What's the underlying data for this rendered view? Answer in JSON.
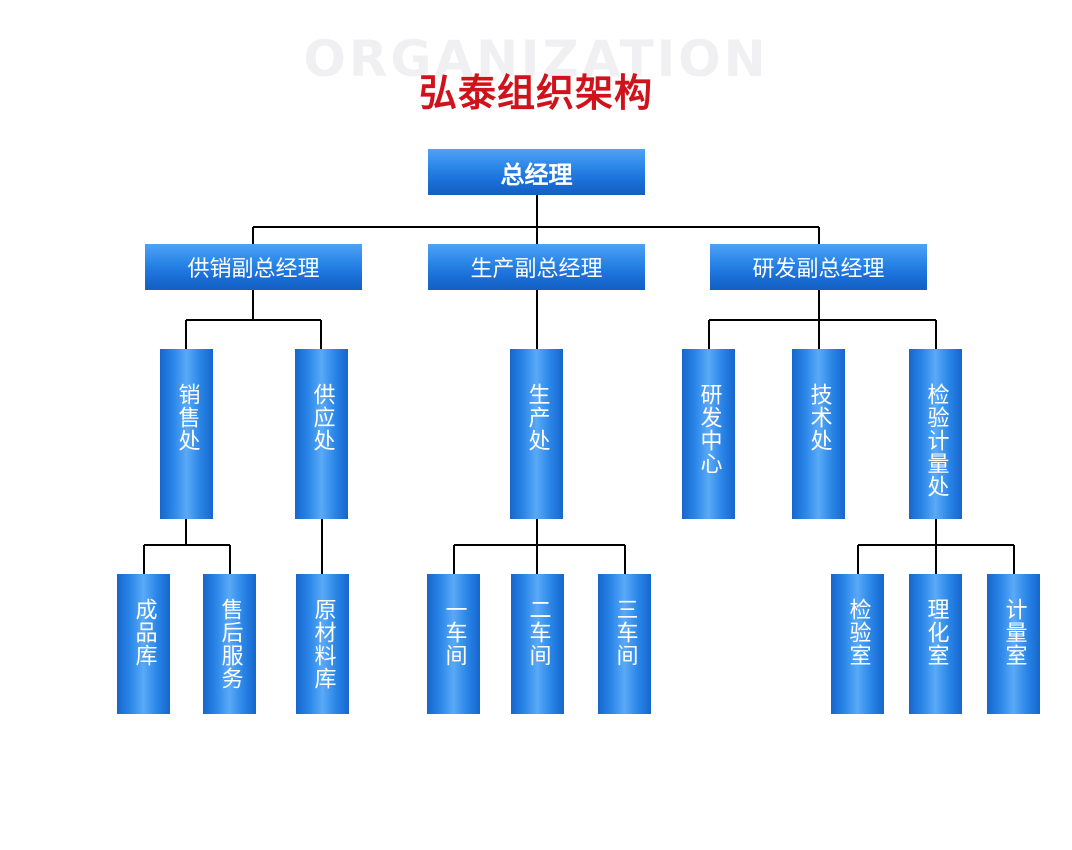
{
  "watermark": "ORGANIZATION",
  "title": "弘泰组织架构",
  "root": {
    "label": "总经理"
  },
  "vps": [
    {
      "label": "供销副总经理"
    },
    {
      "label": "生产副总经理"
    },
    {
      "label": "研发副总经理"
    }
  ],
  "depts": [
    {
      "label": "销售处"
    },
    {
      "label": "供应处"
    },
    {
      "label": "生产处"
    },
    {
      "label": "研发中心"
    },
    {
      "label": "技术处"
    },
    {
      "label": "检验计量处"
    }
  ],
  "units": [
    {
      "label": "成品库"
    },
    {
      "label": "售后服务"
    },
    {
      "label": "原材料库"
    },
    {
      "label": "一车间"
    },
    {
      "label": "二车间"
    },
    {
      "label": "三车间"
    },
    {
      "label": "检验室"
    },
    {
      "label": "理化室"
    },
    {
      "label": "计量室"
    }
  ],
  "colors": {
    "title": "#d0121b",
    "box": "#2a86e8",
    "line": "#000000"
  }
}
